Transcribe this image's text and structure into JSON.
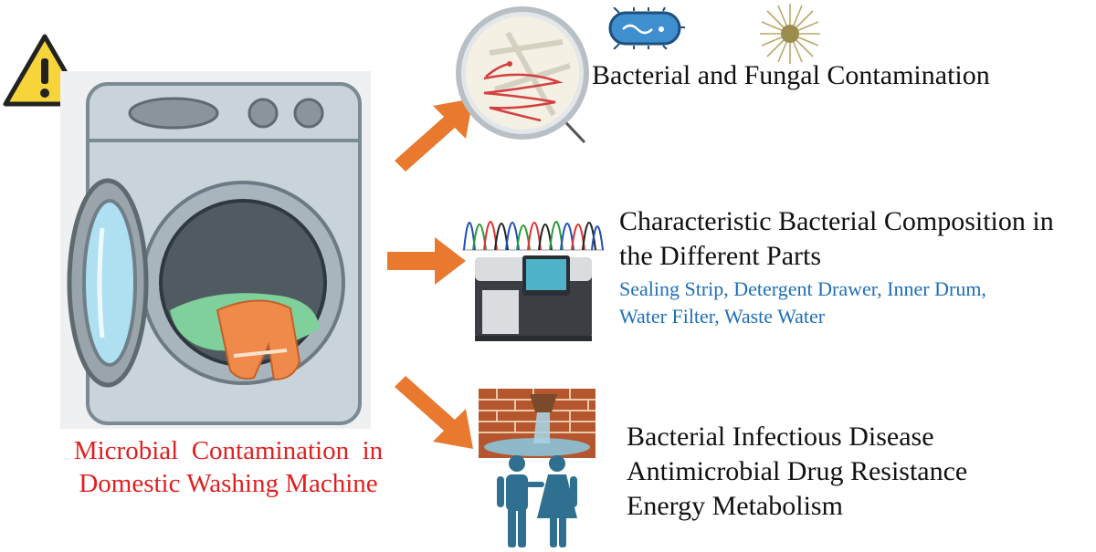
{
  "washer_caption": {
    "line1": "Microbial  Contamination  in",
    "line2": "Domestic Washing Machine"
  },
  "branch_contamination": {
    "title": "Bacterial and Fungal Contamination"
  },
  "branch_composition": {
    "title_line1": "Characteristic Bacterial Composition in",
    "title_line2": "the Different Parts",
    "parts_line1": "Sealing Strip, Detergent Drawer, Inner Drum,",
    "parts_line2": "Water Filter, Waste Water"
  },
  "branch_outcomes": {
    "items": [
      "Bacterial Infectious Disease",
      "Antimicrobial Drug Resistance",
      "Energy Metabolism"
    ]
  },
  "colors": {
    "caption_red": "#e02020",
    "parts_blue": "#1e6fb8",
    "arrow_orange": "#e8792f",
    "warning_yellow": "#f6d43a",
    "people_blue": "#2f6f8f"
  },
  "icons": [
    "warning-icon",
    "washing-machine-icon",
    "petri-dish-icon",
    "bacterium-icon",
    "fungus-icon",
    "chromatogram-icon",
    "sequencer-icon",
    "sewage-pipe-icon",
    "people-icon"
  ]
}
